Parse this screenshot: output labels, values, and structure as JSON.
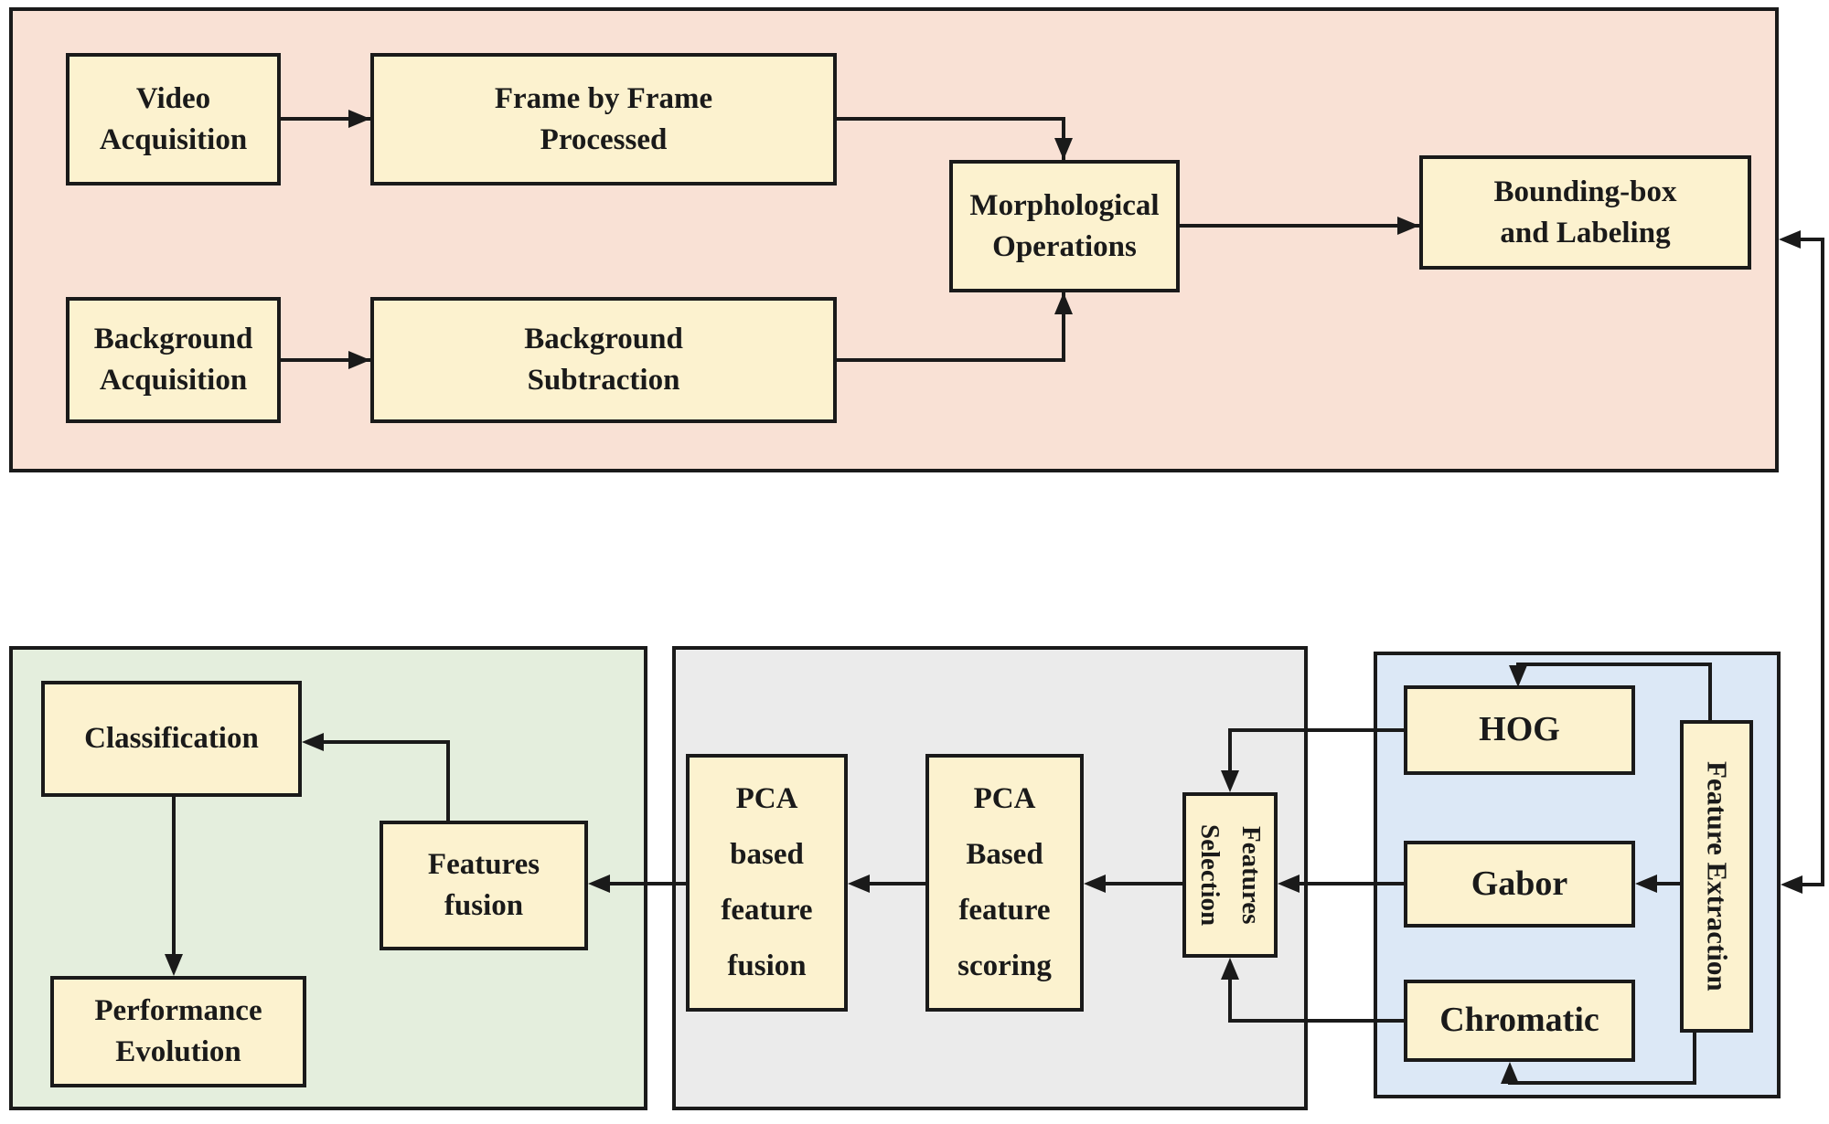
{
  "colors": {
    "pink_bg": "#f9e1d5",
    "green_bg": "#e4eedd",
    "gray_bg": "#ebebeb",
    "blue_bg": "#dce8f6",
    "node_bg": "#fcf2cf",
    "line": "#1a1a1a"
  },
  "nodes": {
    "video_acquisition": "Video\nAcquisition",
    "frame_processed": "Frame by Frame\nProcessed",
    "background_acquisition": "Background\nAcquisition",
    "background_subtraction": "Background\nSubtraction",
    "morphological_operations": "Morphological\nOperations",
    "bounding_box_labeling": "Bounding-box\nand Labeling",
    "classification": "Classification",
    "performance_evolution": "Performance\nEvolution",
    "features_fusion": "Features\nfusion",
    "pca_feature_fusion": "PCA\nbased\nfeature\nfusion",
    "pca_feature_scoring": "PCA\nBased\nfeature\nscoring",
    "features_selection": "Features\nSelection",
    "hog": "HOG",
    "gabor": "Gabor",
    "chromatic": "Chromatic",
    "feature_extraction": "Feature Extraction"
  }
}
